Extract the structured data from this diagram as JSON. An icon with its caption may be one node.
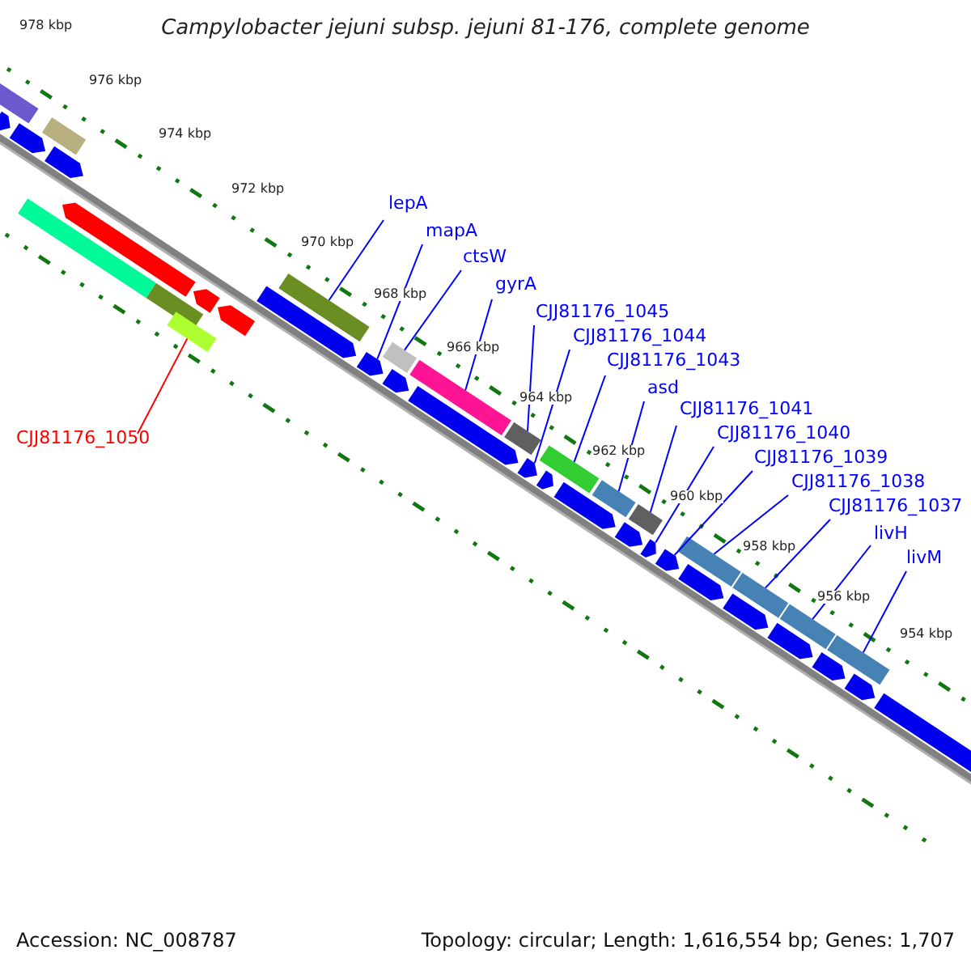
{
  "diagram": {
    "title": "Campylobacter jejuni subsp. jejuni 81-176, complete genome",
    "nodes": [
      {
        "text": [
          "lepA"
        ]
      },
      {
        "text": [
          "mapA"
        ]
      },
      {
        "text": [
          "ctsW"
        ]
      },
      {
        "text": [
          "gyrA"
        ]
      },
      {
        "text": [
          "CJJ81176_1045"
        ]
      },
      {
        "text": [
          "CJJ81176_1044"
        ]
      },
      {
        "text": [
          "CJJ81176_1043"
        ]
      },
      {
        "text": [
          "asd"
        ]
      },
      {
        "text": [
          "CJJ81176_1041"
        ]
      },
      {
        "text": [
          "CJJ81176_1040"
        ]
      },
      {
        "text": [
          "CJJ81176_1039"
        ]
      },
      {
        "text": [
          "CJJ81176_1038"
        ]
      },
      {
        "text": [
          "CJJ81176_1037"
        ]
      },
      {
        "text": [
          "livH"
        ]
      },
      {
        "text": [
          "livM"
        ]
      },
      {
        "text": [
          "CJJ81176_1050"
        ]
      },
      {
        "text": [],
        "shape": "bar"
      },
      {
        "text": [],
        "shape": "bar"
      },
      {
        "text": [],
        "shape": "bar"
      },
      {
        "text": [],
        "shape": "bar"
      },
      {
        "text": [],
        "shape": "bar"
      },
      {
        "text": [],
        "shape": "bar"
      },
      {
        "text": [],
        "shape": "bar"
      },
      {
        "text": [],
        "shape": "bar"
      },
      {
        "text": [],
        "shape": "bar"
      },
      {
        "text": [],
        "shape": "bar"
      },
      {
        "text": [],
        "shape": "bar"
      },
      {
        "text": [],
        "shape": "bar"
      },
      {
        "text": [],
        "shape": "bar"
      },
      {
        "text": [],
        "shape": "bar"
      },
      {
        "text": [],
        "shape": "bar"
      },
      {
        "text": [],
        "shape": "bar"
      },
      {
        "text": [],
        "shape": "bar"
      },
      {
        "text": [],
        "shape": "bar"
      },
      {
        "text": [],
        "shape": "bar"
      }
    ],
    "edges": [
      {
        "from": 0,
        "to": 17,
        "arrow": "none"
      },
      {
        "from": 1,
        "to": 18,
        "arrow": "none"
      },
      {
        "from": 2,
        "to": 19,
        "arrow": "none"
      },
      {
        "from": 3,
        "to": 20,
        "arrow": "none"
      },
      {
        "from": 4,
        "to": 21,
        "arrow": "none"
      },
      {
        "from": 5,
        "to": 22,
        "arrow": "none"
      },
      {
        "from": 6,
        "to": 23,
        "arrow": "none"
      },
      {
        "from": 7,
        "to": 24,
        "arrow": "none"
      },
      {
        "from": 8,
        "to": 25,
        "arrow": "none"
      },
      {
        "from": 9,
        "to": 26,
        "arrow": "none"
      },
      {
        "from": 10,
        "to": 27,
        "arrow": "none"
      },
      {
        "from": 11,
        "to": 28,
        "arrow": "none"
      },
      {
        "from": 12,
        "to": 29,
        "arrow": "none"
      },
      {
        "from": 13,
        "to": 30,
        "arrow": "none"
      },
      {
        "from": 14,
        "to": 31,
        "arrow": "none"
      },
      {
        "from": 15,
        "to": 16,
        "arrow": "none",
        "color": "#ff0000"
      }
    ],
    "labels": [
      "978 kbp",
      "976 kbp",
      "974 kbp",
      "972 kbp",
      "970 kbp",
      "968 kbp",
      "966 kbp",
      "964 kbp",
      "962 kbp",
      "960 kbp",
      "958 kbp",
      "956 kbp",
      "954 kbp",
      "Accession: NC_008787",
      "Topology: circular; Length: 1,616,554 bp; Genes: 1,707"
    ]
  }
}
